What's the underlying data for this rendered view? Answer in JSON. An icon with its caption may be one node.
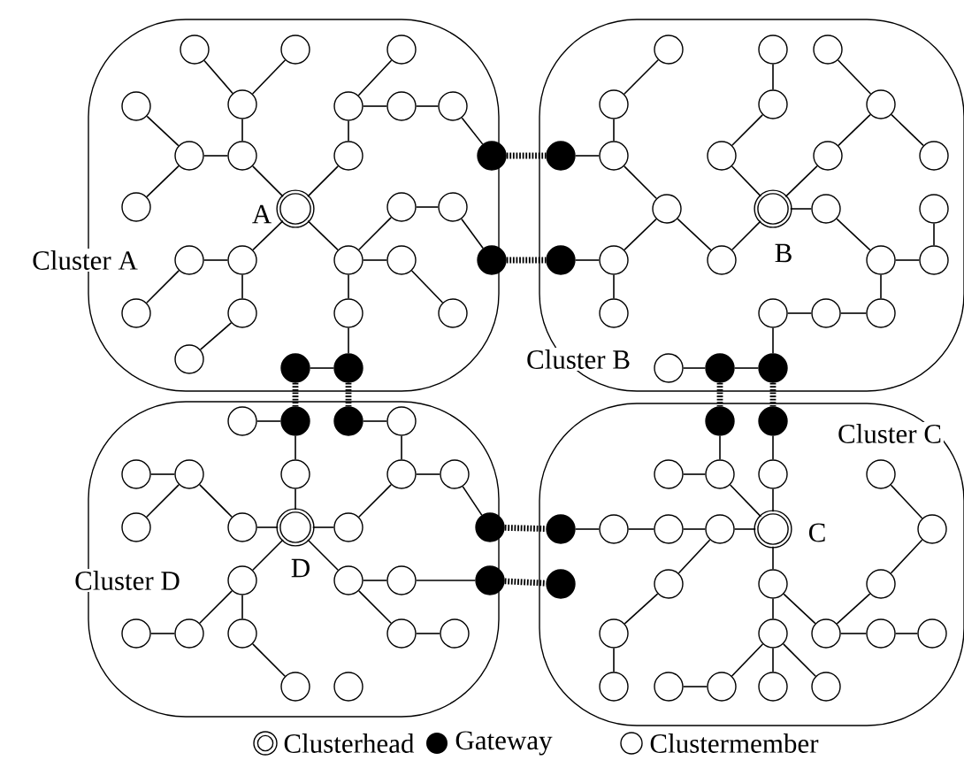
{
  "diagram": {
    "nodes": [
      {
        "text": [
          "Cluster A"
        ]
      },
      {
        "text": [],
        "shape": "circle",
        "in": 0
      },
      {
        "text": [],
        "shape": "circle",
        "in": 0
      },
      {
        "text": [],
        "shape": "circle",
        "in": 0
      },
      {
        "text": [],
        "shape": "circle",
        "in": 0
      },
      {
        "text": [],
        "shape": "circle",
        "in": 0
      },
      {
        "text": [],
        "shape": "circle",
        "in": 0
      },
      {
        "text": [],
        "shape": "circle",
        "in": 0
      },
      {
        "text": [],
        "shape": "circle",
        "in": 0
      },
      {
        "text": [],
        "shape": "circle",
        "in": 0
      },
      {
        "text": [],
        "shape": "circle",
        "in": 0
      },
      {
        "text": [],
        "shape": "circle",
        "in": 0
      },
      {
        "text": [],
        "shape": "dot",
        "in": 0
      },
      {
        "text": [],
        "shape": "circle",
        "in": 0
      },
      {
        "text": [],
        "shape": "ring",
        "beside": [
          "A"
        ],
        "in": 0
      },
      {
        "text": [],
        "shape": "circle",
        "in": 0
      },
      {
        "text": [],
        "shape": "circle",
        "in": 0
      },
      {
        "text": [],
        "shape": "circle",
        "in": 0
      },
      {
        "text": [],
        "shape": "circle",
        "in": 0
      },
      {
        "text": [],
        "shape": "circle",
        "in": 0
      },
      {
        "text": [],
        "shape": "circle",
        "in": 0
      },
      {
        "text": [],
        "shape": "dot",
        "in": 0
      },
      {
        "text": [],
        "shape": "circle",
        "in": 0
      },
      {
        "text": [],
        "shape": "circle",
        "in": 0
      },
      {
        "text": [],
        "shape": "circle",
        "in": 0
      },
      {
        "text": [],
        "shape": "circle",
        "in": 0
      },
      {
        "text": [],
        "shape": "circle",
        "in": 0
      },
      {
        "text": [],
        "shape": "dot",
        "in": 0
      },
      {
        "text": [],
        "shape": "dot",
        "in": 0
      },
      {
        "text": [
          "Cluster B"
        ]
      },
      {
        "text": [],
        "shape": "circle",
        "in": 29
      },
      {
        "text": [],
        "shape": "circle",
        "in": 29
      },
      {
        "text": [],
        "shape": "circle",
        "in": 29
      },
      {
        "text": [],
        "shape": "circle",
        "in": 29
      },
      {
        "text": [],
        "shape": "circle",
        "in": 29
      },
      {
        "text": [],
        "shape": "circle",
        "in": 29
      },
      {
        "text": [],
        "shape": "dot",
        "in": 29
      },
      {
        "text": [],
        "shape": "circle",
        "in": 29
      },
      {
        "text": [],
        "shape": "circle",
        "in": 29
      },
      {
        "text": [],
        "shape": "circle",
        "in": 29
      },
      {
        "text": [],
        "shape": "circle",
        "in": 29
      },
      {
        "text": [],
        "shape": "circle",
        "in": 29
      },
      {
        "text": [],
        "shape": "ring",
        "beside": [
          "B"
        ],
        "in": 29
      },
      {
        "text": [],
        "shape": "circle",
        "in": 29
      },
      {
        "text": [],
        "shape": "circle",
        "in": 29
      },
      {
        "text": [],
        "shape": "dot",
        "in": 29
      },
      {
        "text": [],
        "shape": "circle",
        "in": 29
      },
      {
        "text": [],
        "shape": "circle",
        "in": 29
      },
      {
        "text": [],
        "shape": "circle",
        "in": 29
      },
      {
        "text": [],
        "shape": "circle",
        "in": 29
      },
      {
        "text": [],
        "shape": "circle",
        "in": 29
      },
      {
        "text": [],
        "shape": "circle",
        "in": 29
      },
      {
        "text": [],
        "shape": "circle",
        "in": 29
      },
      {
        "text": [],
        "shape": "circle",
        "in": 29
      },
      {
        "text": [],
        "shape": "circle",
        "in": 29
      },
      {
        "text": [],
        "shape": "dot",
        "in": 29
      },
      {
        "text": [],
        "shape": "dot",
        "in": 29
      },
      {
        "text": [
          "Cluster D"
        ]
      },
      {
        "text": [],
        "shape": "circle",
        "in": 57
      },
      {
        "text": [],
        "shape": "dot",
        "in": 57
      },
      {
        "text": [],
        "shape": "dot",
        "in": 57
      },
      {
        "text": [],
        "shape": "circle",
        "in": 57
      },
      {
        "text": [],
        "shape": "circle",
        "in": 57
      },
      {
        "text": [],
        "shape": "circle",
        "in": 57
      },
      {
        "text": [],
        "shape": "circle",
        "in": 57
      },
      {
        "text": [],
        "shape": "circle",
        "in": 57
      },
      {
        "text": [],
        "shape": "circle",
        "in": 57
      },
      {
        "text": [],
        "shape": "circle",
        "in": 57
      },
      {
        "text": [],
        "shape": "circle",
        "in": 57
      },
      {
        "text": [],
        "shape": "ring",
        "beside": [
          "D"
        ],
        "in": 57
      },
      {
        "text": [],
        "shape": "circle",
        "in": 57
      },
      {
        "text": [],
        "shape": "dot",
        "in": 57
      },
      {
        "text": [],
        "shape": "circle",
        "in": 57
      },
      {
        "text": [],
        "shape": "circle",
        "in": 57
      },
      {
        "text": [],
        "shape": "circle",
        "in": 57
      },
      {
        "text": [],
        "shape": "dot",
        "in": 57
      },
      {
        "text": [],
        "shape": "circle",
        "in": 57
      },
      {
        "text": [],
        "shape": "circle",
        "in": 57
      },
      {
        "text": [],
        "shape": "circle",
        "in": 57
      },
      {
        "text": [],
        "shape": "circle",
        "in": 57
      },
      {
        "text": [],
        "shape": "circle",
        "in": 57
      },
      {
        "text": [],
        "shape": "circle",
        "in": 57
      },
      {
        "text": [],
        "shape": "circle",
        "in": 57
      },
      {
        "text": [
          "Cluster C"
        ]
      },
      {
        "text": [],
        "shape": "dot",
        "in": 83
      },
      {
        "text": [],
        "shape": "dot",
        "in": 83
      },
      {
        "text": [],
        "shape": "circle",
        "in": 83
      },
      {
        "text": [],
        "shape": "circle",
        "in": 83
      },
      {
        "text": [],
        "shape": "circle",
        "in": 83
      },
      {
        "text": [],
        "shape": "circle",
        "in": 83
      },
      {
        "text": [],
        "shape": "dot",
        "in": 83
      },
      {
        "text": [],
        "shape": "circle",
        "in": 83
      },
      {
        "text": [],
        "shape": "circle",
        "in": 83
      },
      {
        "text": [],
        "shape": "circle",
        "in": 83
      },
      {
        "text": [],
        "shape": "ring",
        "beside": [
          "C"
        ],
        "in": 83
      },
      {
        "text": [],
        "shape": "circle",
        "in": 83
      },
      {
        "text": [],
        "shape": "dot",
        "in": 83
      },
      {
        "text": [],
        "shape": "circle",
        "in": 83
      },
      {
        "text": [],
        "shape": "circle",
        "in": 83
      },
      {
        "text": [],
        "shape": "circle",
        "in": 83
      },
      {
        "text": [],
        "shape": "circle",
        "in": 83
      },
      {
        "text": [],
        "shape": "circle",
        "in": 83
      },
      {
        "text": [],
        "shape": "circle",
        "in": 83
      },
      {
        "text": [],
        "shape": "circle",
        "in": 83
      },
      {
        "text": [],
        "shape": "circle",
        "in": 83
      },
      {
        "text": [],
        "shape": "circle",
        "in": 83
      },
      {
        "text": [],
        "shape": "circle",
        "in": 83
      },
      {
        "text": [],
        "shape": "circle",
        "in": 83
      },
      {
        "text": [],
        "shape": "circle",
        "in": 83
      },
      {
        "text": [],
        "shape": "circle",
        "in": 83
      }
    ],
    "edges": [
      {
        "from": 1,
        "to": 5,
        "arrow": "none"
      },
      {
        "from": 2,
        "to": 5,
        "arrow": "none"
      },
      {
        "from": 5,
        "to": 10,
        "arrow": "none"
      },
      {
        "from": 4,
        "to": 9,
        "arrow": "none"
      },
      {
        "from": 9,
        "to": 10,
        "arrow": "none"
      },
      {
        "from": 13,
        "to": 9,
        "arrow": "none"
      },
      {
        "from": 10,
        "to": 14,
        "arrow": "none"
      },
      {
        "from": 3,
        "to": 6,
        "arrow": "none"
      },
      {
        "from": 6,
        "to": 7,
        "arrow": "none"
      },
      {
        "from": 7,
        "to": 8,
        "arrow": "none"
      },
      {
        "from": 8,
        "to": 12,
        "arrow": "none"
      },
      {
        "from": 6,
        "to": 11,
        "arrow": "none"
      },
      {
        "from": 11,
        "to": 14,
        "arrow": "none"
      },
      {
        "from": 14,
        "to": 18,
        "arrow": "none"
      },
      {
        "from": 18,
        "to": 17,
        "arrow": "none"
      },
      {
        "from": 17,
        "to": 22,
        "arrow": "none"
      },
      {
        "from": 18,
        "to": 23,
        "arrow": "none"
      },
      {
        "from": 23,
        "to": 26,
        "arrow": "none"
      },
      {
        "from": 14,
        "to": 19,
        "arrow": "none"
      },
      {
        "from": 19,
        "to": 15,
        "arrow": "none"
      },
      {
        "from": 15,
        "to": 16,
        "arrow": "none"
      },
      {
        "from": 16,
        "to": 21,
        "arrow": "none"
      },
      {
        "from": 19,
        "to": 20,
        "arrow": "none"
      },
      {
        "from": 20,
        "to": 25,
        "arrow": "none"
      },
      {
        "from": 19,
        "to": 24,
        "arrow": "none"
      },
      {
        "from": 24,
        "to": 28,
        "arrow": "none"
      },
      {
        "from": 27,
        "to": 28,
        "arrow": "none"
      },
      {
        "from": 12,
        "to": 36,
        "arrow": "none",
        "style": "dashed"
      },
      {
        "from": 21,
        "to": 45,
        "arrow": "none",
        "style": "dashed"
      },
      {
        "from": 27,
        "to": 59,
        "arrow": "none",
        "style": "dashed"
      },
      {
        "from": 28,
        "to": 60,
        "arrow": "none",
        "style": "dashed"
      },
      {
        "from": 36,
        "to": 37,
        "arrow": "none"
      },
      {
        "from": 37,
        "to": 33,
        "arrow": "none"
      },
      {
        "from": 33,
        "to": 30,
        "arrow": "none"
      },
      {
        "from": 37,
        "to": 41,
        "arrow": "none"
      },
      {
        "from": 41,
        "to": 47,
        "arrow": "none"
      },
      {
        "from": 47,
        "to": 42,
        "arrow": "none"
      },
      {
        "from": 42,
        "to": 38,
        "arrow": "none"
      },
      {
        "from": 42,
        "to": 39,
        "arrow": "none"
      },
      {
        "from": 39,
        "to": 35,
        "arrow": "none"
      },
      {
        "from": 35,
        "to": 32,
        "arrow": "none"
      },
      {
        "from": 35,
        "to": 40,
        "arrow": "none"
      },
      {
        "from": 34,
        "to": 38,
        "arrow": "none"
      },
      {
        "from": 31,
        "to": 34,
        "arrow": "none"
      },
      {
        "from": 42,
        "to": 43,
        "arrow": "none"
      },
      {
        "from": 43,
        "to": 48,
        "arrow": "none"
      },
      {
        "from": 48,
        "to": 49,
        "arrow": "none"
      },
      {
        "from": 49,
        "to": 44,
        "arrow": "none"
      },
      {
        "from": 48,
        "to": 53,
        "arrow": "none"
      },
      {
        "from": 53,
        "to": 52,
        "arrow": "none"
      },
      {
        "from": 52,
        "to": 51,
        "arrow": "none"
      },
      {
        "from": 51,
        "to": 56,
        "arrow": "none"
      },
      {
        "from": 45,
        "to": 46,
        "arrow": "none"
      },
      {
        "from": 46,
        "to": 50,
        "arrow": "none"
      },
      {
        "from": 46,
        "to": 41,
        "arrow": "none"
      },
      {
        "from": 54,
        "to": 55,
        "arrow": "none"
      },
      {
        "from": 55,
        "to": 56,
        "arrow": "none"
      },
      {
        "from": 55,
        "to": 84,
        "arrow": "none",
        "style": "dashed"
      },
      {
        "from": 56,
        "to": 85,
        "arrow": "none",
        "style": "dashed"
      },
      {
        "from": 58,
        "to": 59,
        "arrow": "none"
      },
      {
        "from": 59,
        "to": 64,
        "arrow": "none"
      },
      {
        "from": 64,
        "to": 69,
        "arrow": "none"
      },
      {
        "from": 60,
        "to": 61,
        "arrow": "none"
      },
      {
        "from": 61,
        "to": 65,
        "arrow": "none"
      },
      {
        "from": 65,
        "to": 66,
        "arrow": "none"
      },
      {
        "from": 66,
        "to": 71,
        "arrow": "none"
      },
      {
        "from": 65,
        "to": 70,
        "arrow": "none"
      },
      {
        "from": 70,
        "to": 69,
        "arrow": "none"
      },
      {
        "from": 68,
        "to": 69,
        "arrow": "none"
      },
      {
        "from": 63,
        "to": 68,
        "arrow": "none"
      },
      {
        "from": 62,
        "to": 63,
        "arrow": "none"
      },
      {
        "from": 67,
        "to": 63,
        "arrow": "none"
      },
      {
        "from": 69,
        "to": 72,
        "arrow": "none"
      },
      {
        "from": 72,
        "to": 78,
        "arrow": "none"
      },
      {
        "from": 77,
        "to": 72,
        "arrow": "none"
      },
      {
        "from": 76,
        "to": 77,
        "arrow": "none"
      },
      {
        "from": 78,
        "to": 81,
        "arrow": "none"
      },
      {
        "from": 69,
        "to": 73,
        "arrow": "none"
      },
      {
        "from": 73,
        "to": 74,
        "arrow": "none"
      },
      {
        "from": 74,
        "to": 75,
        "arrow": "none"
      },
      {
        "from": 73,
        "to": 79,
        "arrow": "none"
      },
      {
        "from": 79,
        "to": 80,
        "arrow": "none"
      },
      {
        "from": 71,
        "to": 90,
        "arrow": "none",
        "style": "dashed"
      },
      {
        "from": 75,
        "to": 96,
        "arrow": "none",
        "style": "dashed"
      },
      {
        "from": 84,
        "to": 87,
        "arrow": "none"
      },
      {
        "from": 86,
        "to": 87,
        "arrow": "none"
      },
      {
        "from": 87,
        "to": 94,
        "arrow": "none"
      },
      {
        "from": 85,
        "to": 88,
        "arrow": "none"
      },
      {
        "from": 88,
        "to": 94,
        "arrow": "none"
      },
      {
        "from": 90,
        "to": 91,
        "arrow": "none"
      },
      {
        "from": 91,
        "to": 92,
        "arrow": "none"
      },
      {
        "from": 92,
        "to": 93,
        "arrow": "none"
      },
      {
        "from": 93,
        "to": 94,
        "arrow": "none"
      },
      {
        "from": 93,
        "to": 97,
        "arrow": "none"
      },
      {
        "from": 97,
        "to": 100,
        "arrow": "none"
      },
      {
        "from": 100,
        "to": 105,
        "arrow": "none"
      },
      {
        "from": 94,
        "to": 98,
        "arrow": "none"
      },
      {
        "from": 98,
        "to": 101,
        "arrow": "none"
      },
      {
        "from": 98,
        "to": 102,
        "arrow": "none"
      },
      {
        "from": 102,
        "to": 103,
        "arrow": "none"
      },
      {
        "from": 103,
        "to": 104,
        "arrow": "none"
      },
      {
        "from": 102,
        "to": 99,
        "arrow": "none"
      },
      {
        "from": 99,
        "to": 95,
        "arrow": "none"
      },
      {
        "from": 95,
        "to": 89,
        "arrow": "none"
      },
      {
        "from": 101,
        "to": 107,
        "arrow": "none"
      },
      {
        "from": 101,
        "to": 108,
        "arrow": "none"
      },
      {
        "from": 101,
        "to": 109,
        "arrow": "none"
      },
      {
        "from": 106,
        "to": 107,
        "arrow": "none"
      }
    ],
    "legend": [
      {
        "text": "Clusterhead"
      },
      {
        "text": "Gateway"
      },
      {
        "text": "Clustermember"
      }
    ]
  }
}
